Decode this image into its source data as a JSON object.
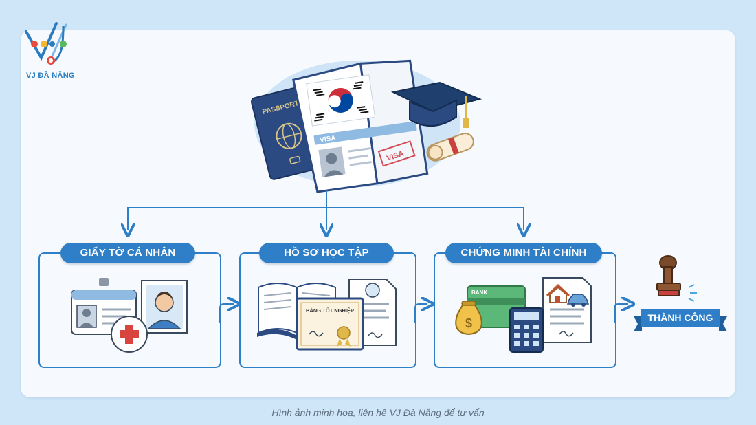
{
  "brand": {
    "name": "VJ ĐÀ NẴNG"
  },
  "hero": {
    "passport_label": "PASSPORT",
    "visa_label": "VISA",
    "visa_stamp": "VISA"
  },
  "steps": [
    {
      "title": "GIẤY TỜ CÁ NHÂN"
    },
    {
      "title": "HỒ SƠ HỌC TẬP",
      "diploma_text": "BẰNG TỐT NGHIỆP"
    },
    {
      "title": "CHỨNG MINH TÀI CHÍNH",
      "bank_label": "BANK"
    }
  ],
  "result": {
    "label": "THÀNH CÔNG"
  },
  "caption": "Hình ảnh minh hoạ, liên hệ VJ Đà Nẵng để tư vấn",
  "colors": {
    "primary": "#2e7fc8",
    "background": "#cfe6f8",
    "card": "#f6fafe"
  },
  "icons": [
    "passport-icon",
    "visa-icon",
    "korea-flag-icon",
    "graduation-cap-icon",
    "diploma-scroll-icon",
    "id-card-icon",
    "portrait-icon",
    "medical-cross-icon",
    "open-book-icon",
    "certificate-icon",
    "document-icon",
    "bank-card-icon",
    "money-bag-icon",
    "calculator-icon",
    "house-icon",
    "car-icon",
    "rubber-stamp-icon"
  ]
}
